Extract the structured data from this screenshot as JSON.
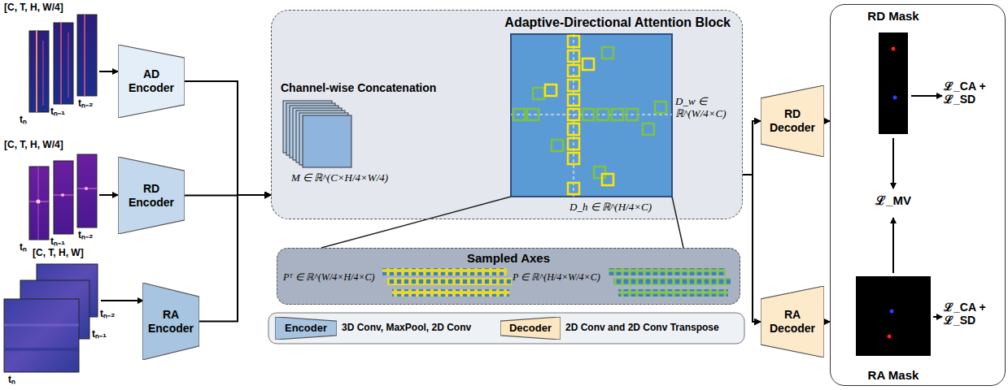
{
  "diagram": {
    "nodes": [
      {
        "text": [
          "AD Encoder"
        ]
      },
      {
        "text": [
          "RD Encoder"
        ]
      },
      {
        "text": [
          "RA Encoder"
        ]
      },
      {
        "text": [
          "Adaptive-Directional Attention Block"
        ]
      },
      {
        "text": [
          "Sampled Axes"
        ]
      },
      {
        "text": [
          "Encoder"
        ]
      },
      {
        "text": [
          "Decoder"
        ]
      },
      {
        "text": [
          "RD Decoder"
        ]
      },
      {
        "text": [
          "RA Decoder"
        ]
      },
      {
        "text": [
          "RD Mask",
          "RA Mask"
        ]
      }
    ],
    "edges": [
      {
        "from": 0,
        "to": 3,
        "arrow": "to"
      },
      {
        "from": 1,
        "to": 3,
        "arrow": "to"
      },
      {
        "from": 2,
        "to": 3,
        "arrow": "to"
      },
      {
        "from": 3,
        "to": 7,
        "arrow": "to"
      },
      {
        "from": 3,
        "to": 8,
        "arrow": "to"
      },
      {
        "from": 7,
        "to": 9,
        "arrow": "to"
      },
      {
        "from": 8,
        "to": 9,
        "arrow": "to"
      }
    ],
    "labels": [
      "[C, T, H, W/4]",
      "tₙ",
      "tₙ₋₁",
      "tₙ₋₂",
      "[C, T, H, W/4]",
      "tₙ",
      "tₙ₋₁",
      "tₙ₋₂",
      "[C, T, H, W]",
      "tₙ",
      "tₙ₋₁",
      "tₙ₋₂",
      "Channel-wise Concatenation",
      "M ∈ ℝ^(C×H/4×W/4)",
      "D_w ∈ ℝ^(W/4×C)",
      "D_h ∈ ℝ^(H/4×C)",
      "Pᵀ ∈ ℝ^(W/4×H/4×C)",
      "P ∈ ℝ^(H/4×W/4×C)",
      "ℒ_CA + ℒ_SD",
      "ℒ_CA + ℒ_SD",
      "ℒ_MV"
    ],
    "legend": [
      {
        "text": "3D Conv, MaxPool, 2D Conv"
      },
      {
        "text": "2D Conv and 2D Conv Transpose"
      }
    ]
  }
}
